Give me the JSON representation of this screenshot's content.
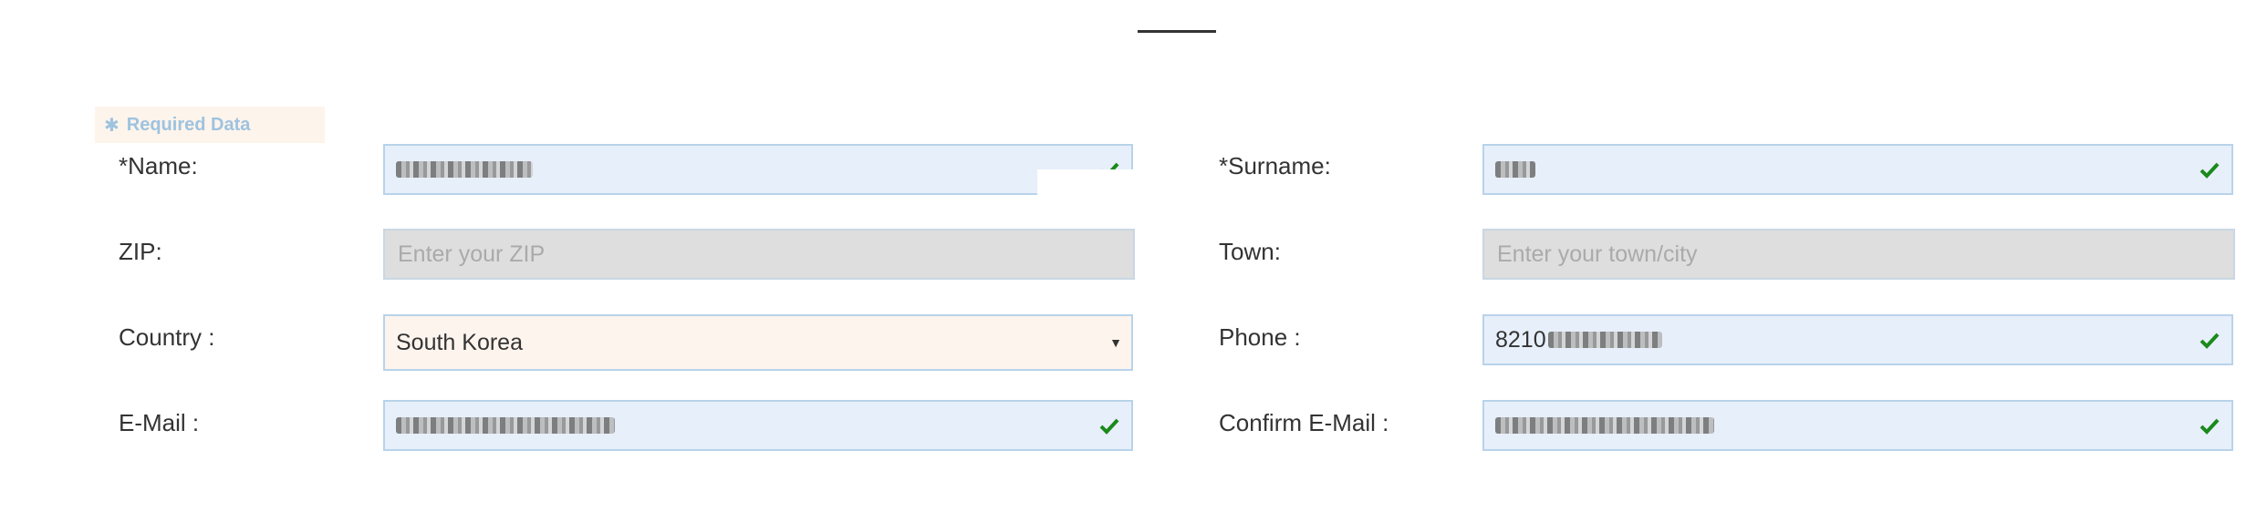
{
  "form": {
    "required_note": "Required Data",
    "name": {
      "label": "*Name:",
      "valid": true
    },
    "surname": {
      "label": "*Surname:",
      "valid": true
    },
    "zip": {
      "label": "ZIP:",
      "placeholder": "Enter your ZIP"
    },
    "town": {
      "label": "Town:",
      "placeholder": "Enter your town/city"
    },
    "country": {
      "label": "Country :",
      "value": "South Korea"
    },
    "phone": {
      "label": "Phone :",
      "value_prefix": "8210",
      "valid": true
    },
    "email": {
      "label": "E-Mail :",
      "valid": true
    },
    "confirm_email": {
      "label": "Confirm E-Mail :",
      "valid": true
    }
  },
  "icons": {
    "valid": "checkmark-icon",
    "select": "dropdown-arrow-icon",
    "required": "asterisk-icon"
  },
  "colors": {
    "valid_check": "#1a8a1a",
    "field_bg": "#e7effa",
    "field_border": "#b8d3ea",
    "disabled_bg": "#dedede",
    "select_bg": "#fdf4ee",
    "required_text": "#9ec3df"
  }
}
